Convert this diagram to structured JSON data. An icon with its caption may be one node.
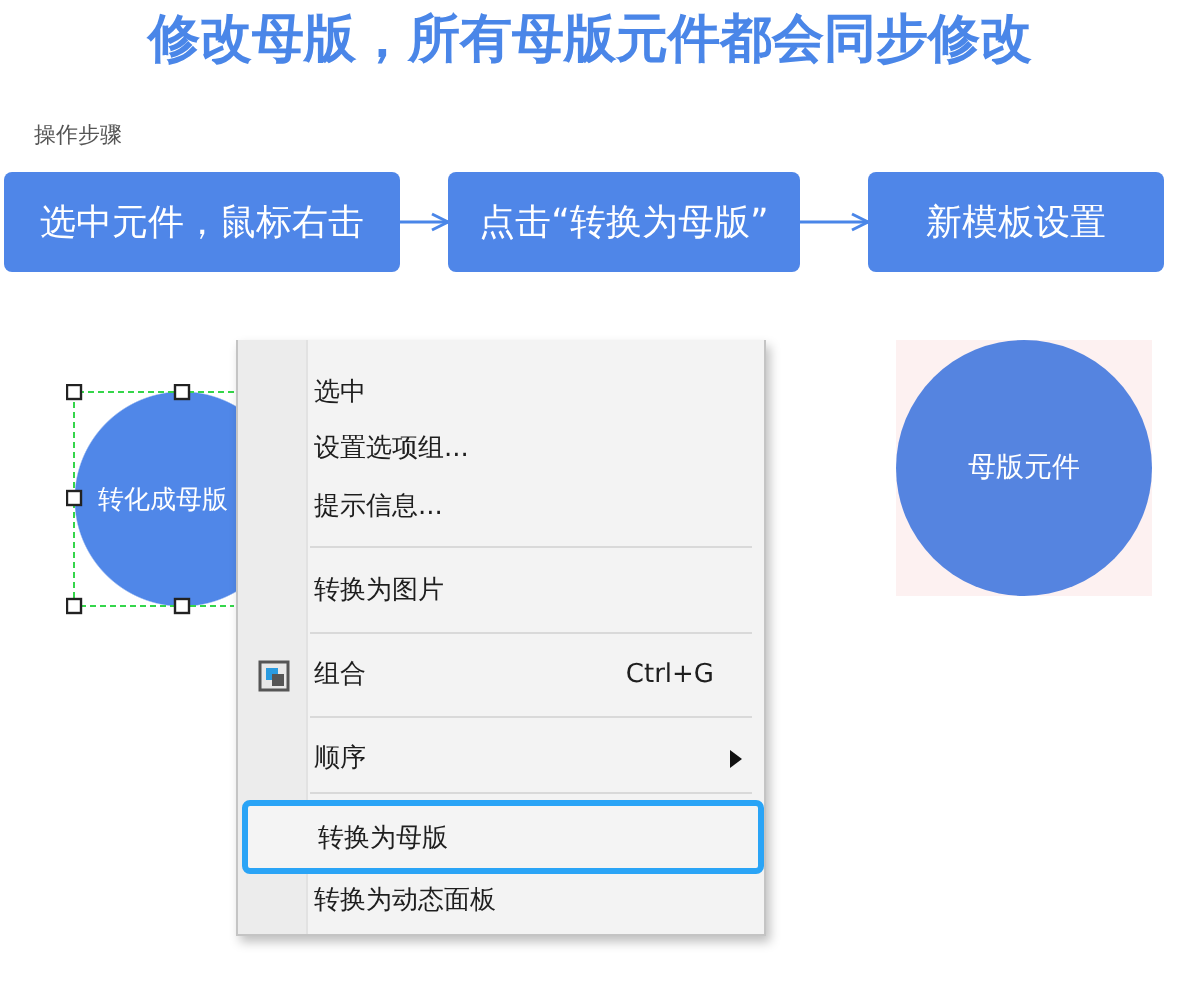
{
  "diagram": {
    "title": "修改母版，所有母版元件都会同步修改",
    "nodes": [
      {
        "text": [
          "选中元件，鼠标右击"
        ]
      },
      {
        "text": [
          "点击“转换为母版”"
        ]
      },
      {
        "text": [
          "新模板设置"
        ]
      },
      {
        "text": [
          "转化成母版"
        ]
      },
      {
        "text": [
          "选中",
          "设置选项组...",
          "提示信息...",
          "转换为图片",
          "组合",
          "Ctrl+G",
          "顺序",
          "转换为动态面板"
        ]
      },
      {
        "text": [
          "转换为母版"
        ],
        "in": 4
      },
      {
        "text": [
          "母版元件"
        ]
      }
    ],
    "edges": [
      {
        "from": 0,
        "to": 1,
        "arrow": "to"
      },
      {
        "from": 1,
        "to": 2,
        "arrow": "to"
      }
    ],
    "labels": [
      "操作步骤"
    ]
  }
}
